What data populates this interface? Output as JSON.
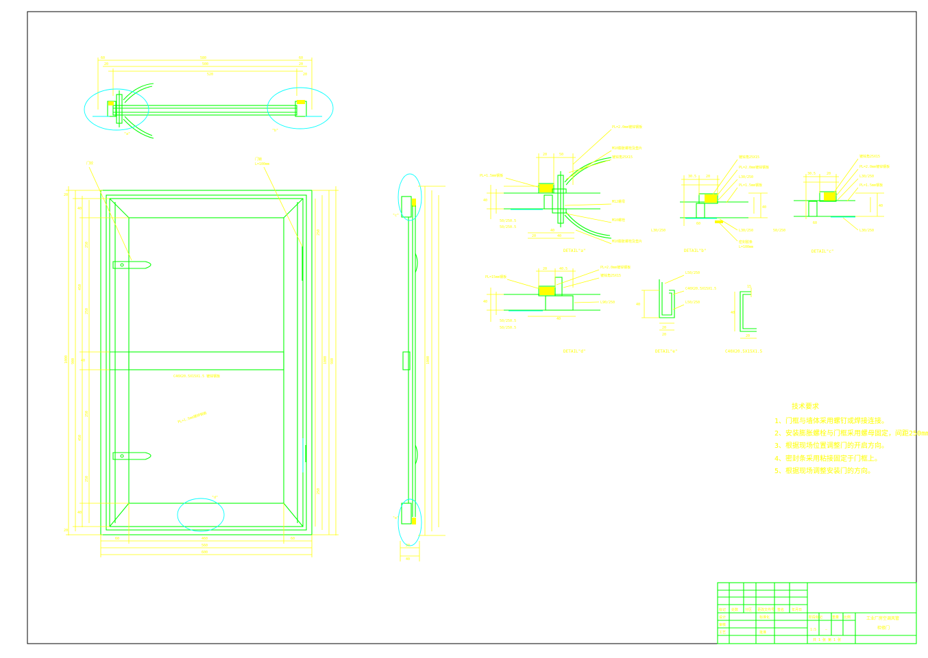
{
  "colors": {
    "background": "#ffffff",
    "border": "#000000",
    "dimension": "#ffff00",
    "profile": "#00ff00",
    "detail_circle": "#00ffff",
    "fill": "#ffff00"
  },
  "labels": {
    "top_dims": [
      "60",
      "580",
      "60",
      "500",
      "20",
      "20",
      "520",
      "20"
    ],
    "detail_markers": {
      "a": "\"a\"",
      "b": "\"b\"",
      "c": "\"c\"",
      "d": "\"d\"",
      "e": "\"e\""
    },
    "hinge_label": "门铰",
    "handle_label": "门锁",
    "handle_sub": "L=100mm",
    "left_dims": [
      "20",
      "40",
      "250",
      "450",
      "250",
      "40",
      "250",
      "450",
      "250",
      "40",
      "20",
      "1000",
      "900"
    ],
    "right_dims": [
      "250",
      "1000",
      "980",
      "250"
    ],
    "bottom_dims": [
      "60",
      "460",
      "60",
      "560",
      "600"
    ],
    "mid_profile": "C40X20.5X15X1.5 镀锌钢板",
    "panel_label": "PL=1.5mm镀锌钢板",
    "side_dims": [
      "1000",
      "20",
      "40"
    ]
  },
  "details": {
    "a": {
      "callouts": [
        "PL=2.0mm镀锌钢板",
        "M10膨胀螺栓及垫片",
        "镀锌角25X15",
        "PL=1.5mm钢板",
        "M12螺母",
        "M10螺栓",
        "M10膨胀螺栓及垫片"
      ],
      "dims": [
        "20",
        "50",
        "40",
        "40",
        "40",
        "20"
      ],
      "angles": [
        "50/250.5",
        "50/250.5"
      ],
      "caption": "DETAIL\"a\""
    },
    "b": {
      "callouts": [
        "镀锌角25X15",
        "PL=2.0mm镀锌钢板",
        "L30/250",
        "PL=1.5mm钢板",
        "L30/250",
        "密封胶条",
        "L=100mm"
      ],
      "dims": [
        "30.5",
        "20",
        "60",
        "40"
      ],
      "angles": [
        "L30/250"
      ],
      "caption": "DETAIL\"b\""
    },
    "c": {
      "callouts": [
        "镀锌角25X15",
        "PL=2.0mm镀锌钢板",
        "L30/250",
        "PL=1.5mm钢板",
        "L30/250"
      ],
      "dims": [
        "30.5",
        "20",
        "60",
        "40"
      ],
      "angles": [
        "50/250"
      ],
      "caption": "DETAIL\"c\""
    },
    "d": {
      "callouts": [
        "PL=15mm钢板",
        "PL=2.0mm镀锌钢板",
        "镀锌角25X15",
        "L90/250"
      ],
      "dims": [
        "20",
        "40.5",
        "40",
        "40"
      ],
      "angles": [
        "50/250.5",
        "50/250.5"
      ],
      "caption": "DETAIL\"d\""
    },
    "e": {
      "callouts": [
        "L50/250",
        "C40X20.5X15X1.5",
        "L50/250"
      ],
      "dims": [
        "20",
        "40",
        "20"
      ],
      "caption": "DETAIL\"e\""
    },
    "f": {
      "caption": "C40X20.5X15X1.5",
      "dims": [
        "15",
        "40",
        "20"
      ]
    }
  },
  "notes": {
    "title": "技术要求",
    "items": [
      "1、门框与墙体采用螺钉或焊接连接。",
      "2、安装膨胀螺栓与门框采用螺母固定，间距250mm。",
      "3、根据现场位置调整门的开启方向。",
      "4、密封条采用粘接固定于门框上。",
      "5、根据现场调整安装门的方向。"
    ]
  },
  "title_block": {
    "project": "工业厂房空调风管",
    "drawing": "检修门",
    "scale": "1:5",
    "header_cells": [
      "标记",
      "处数",
      "分区",
      "更改文件号",
      "签名",
      "年月日"
    ],
    "role_cells": [
      "设计",
      "标准化",
      "审核",
      "工艺",
      "批准"
    ],
    "stage_cells": [
      "阶段标记",
      "重量",
      "比例"
    ],
    "sheet": "共 1 张  第 1 张",
    "dash": "—"
  }
}
